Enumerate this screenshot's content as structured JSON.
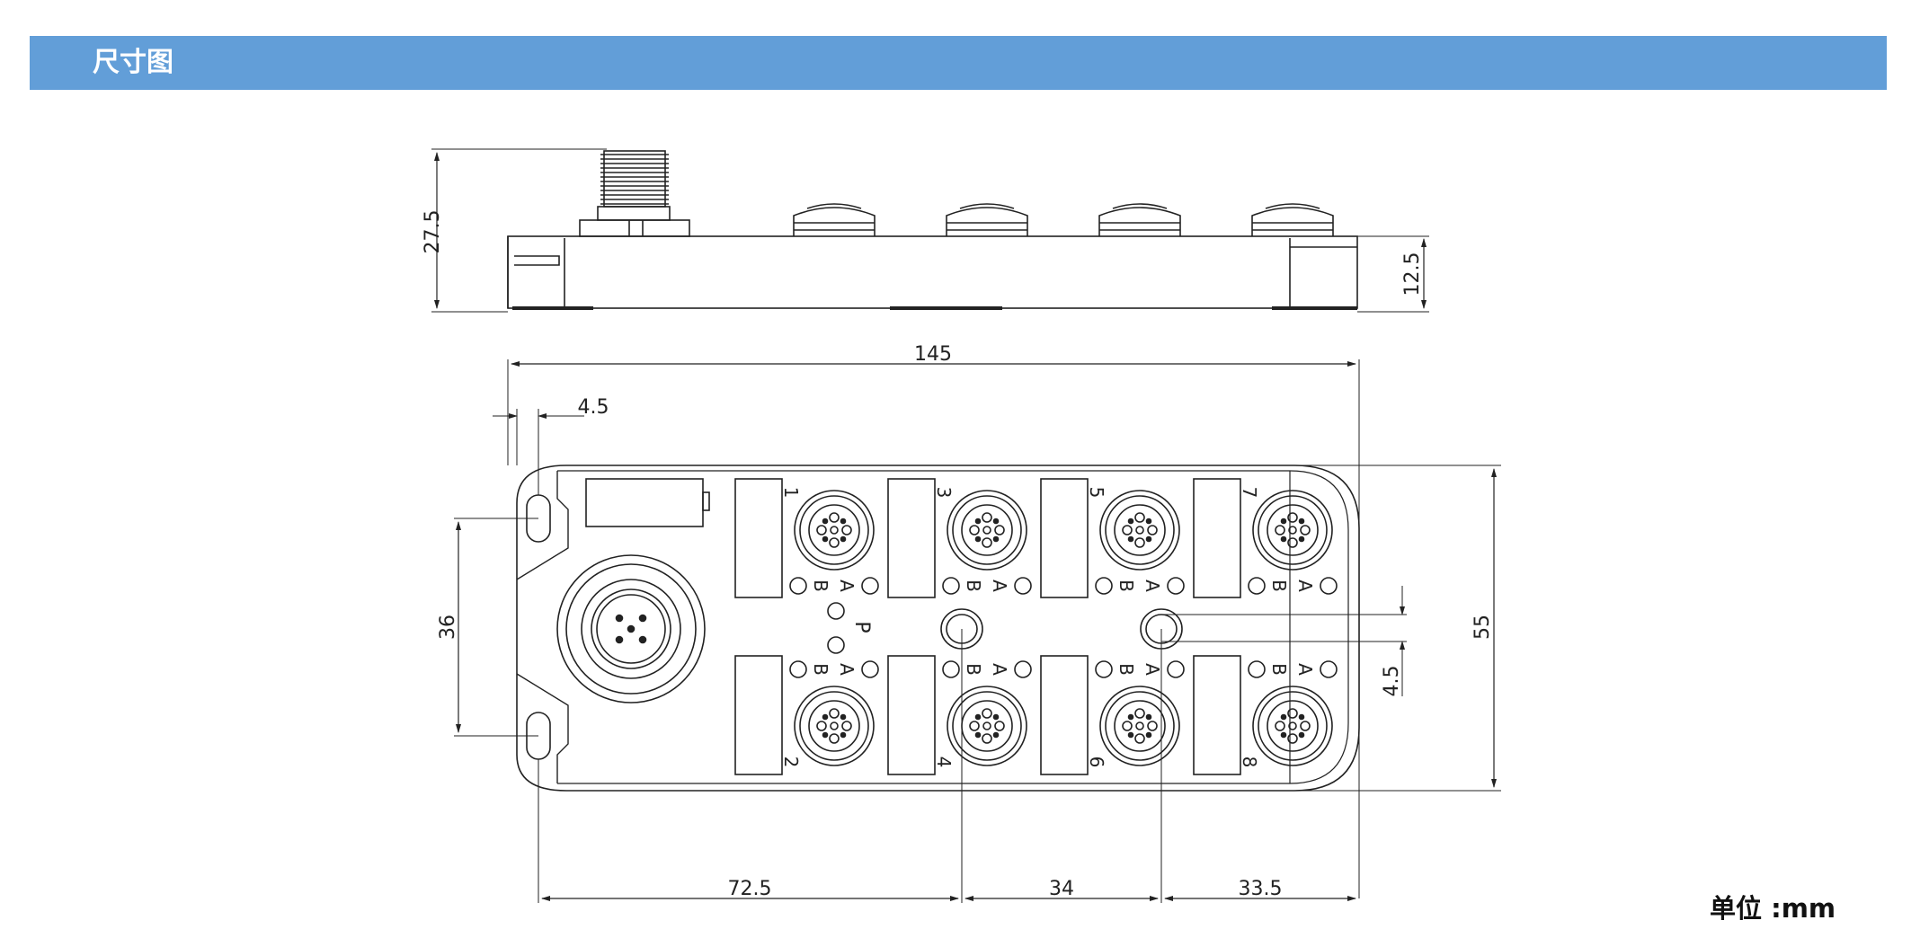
{
  "header": {
    "title": "尺寸图",
    "color": "#629ed8"
  },
  "unit": {
    "label": "单位 :mm"
  },
  "dimensions": {
    "side_total_height": "27.5",
    "side_body_height": "12.5",
    "overall_width": "145",
    "hole_edge_offset": "4.5",
    "hole_spacing": "36",
    "overall_depth": "55",
    "center_hole_offset": "4.5",
    "bottom_seg_1": "72.5",
    "bottom_seg_2": "34",
    "bottom_seg_3": "33.5"
  },
  "ports": [
    {
      "number": "1",
      "led_a": "A",
      "led_b": "B"
    },
    {
      "number": "2",
      "led_a": "A",
      "led_b": "B"
    },
    {
      "number": "3",
      "led_a": "A",
      "led_b": "B"
    },
    {
      "number": "4",
      "led_a": "A",
      "led_b": "B"
    },
    {
      "number": "5",
      "led_a": "A",
      "led_b": "B"
    },
    {
      "number": "6",
      "led_a": "A",
      "led_b": "B"
    },
    {
      "number": "7",
      "led_a": "A",
      "led_b": "B"
    },
    {
      "number": "8",
      "led_a": "A",
      "led_b": "B"
    }
  ],
  "power_led": {
    "label": "P"
  },
  "line_color": "#222222"
}
